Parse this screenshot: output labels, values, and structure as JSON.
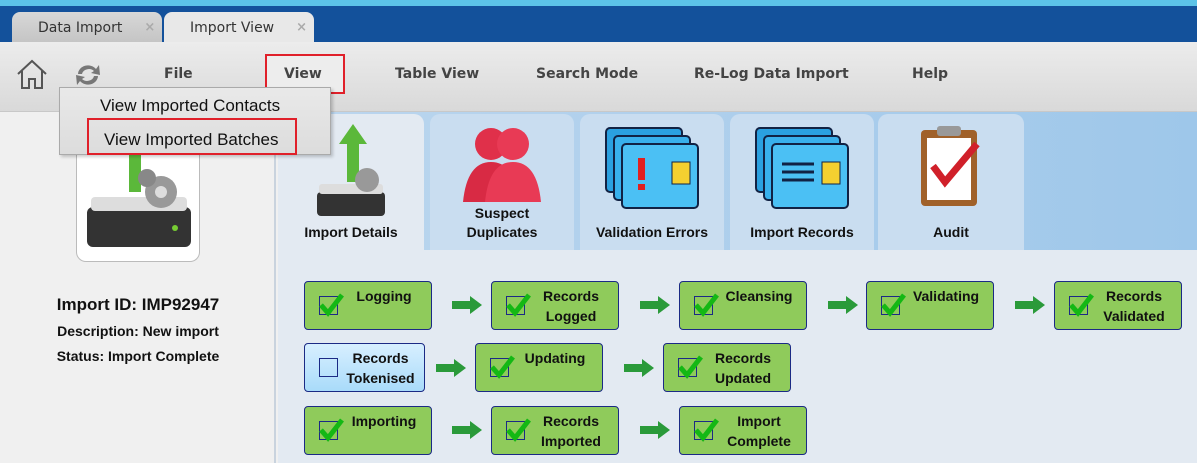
{
  "tabs": [
    {
      "label": "Data Import",
      "close": "×"
    },
    {
      "label": "Import View",
      "close": "×"
    }
  ],
  "toolbar": {
    "menus": [
      "File",
      "View",
      "Table View",
      "Search Mode",
      "Re-Log Data Import",
      "Help"
    ]
  },
  "view_menu": {
    "items": [
      "View Imported Contacts",
      "View Imported Batches"
    ]
  },
  "import": {
    "id": "Import ID: IMP92947",
    "description": "Description: New import",
    "status": "Status: Import Complete"
  },
  "icon_tabs": [
    {
      "label": "Import Details",
      "icon": "server-upload-icon"
    },
    {
      "label": "Suspect Duplicates",
      "icon": "duplicate-people-icon"
    },
    {
      "label": "Validation Errors",
      "icon": "folder-error-icon"
    },
    {
      "label": "Import Records",
      "icon": "folder-records-icon"
    },
    {
      "label": "Audit",
      "icon": "clipboard-check-icon"
    }
  ],
  "steps": [
    {
      "label": "Logging",
      "done": true
    },
    {
      "label": "Records Logged",
      "done": true
    },
    {
      "label": "Cleansing",
      "done": true
    },
    {
      "label": "Validating",
      "done": true
    },
    {
      "label": "Records Validated",
      "done": true
    },
    {
      "label": "Records Tokenised",
      "done": false
    },
    {
      "label": "Updating",
      "done": true
    },
    {
      "label": "Records Updated",
      "done": true
    },
    {
      "label": "Importing",
      "done": true
    },
    {
      "label": "Records Imported",
      "done": true
    },
    {
      "label": "Import Complete",
      "done": true
    }
  ],
  "colors": {
    "accent_red": "#e0202a",
    "titlebar": "#13519b",
    "step_done": "#8fcb5b"
  }
}
